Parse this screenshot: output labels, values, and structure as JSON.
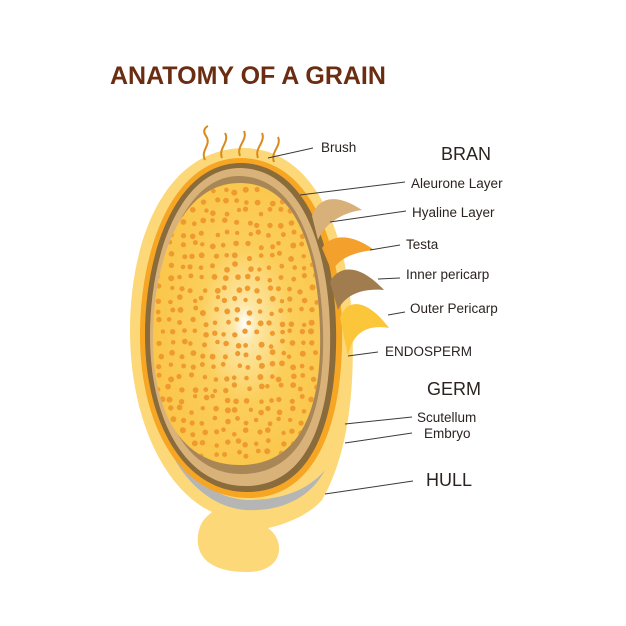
{
  "title": "ANATOMY OF A GRAIN",
  "labels": {
    "brush": "Brush",
    "bran": "BRAN",
    "aleurone": "Aleurone Layer",
    "hyaline": "Hyaline Layer",
    "testa": "Testa",
    "inner_pericarp": "Inner pericarp",
    "outer_pericarp": "Outer Pericarp",
    "endosperm": "ENDOSPERM",
    "germ": "GERM",
    "scutellum": "Scutellum",
    "embryo": "Embryo",
    "hull": "HULL"
  },
  "colors": {
    "title": "#6b2d12",
    "hull": "#fcd879",
    "outer_pericarp": "#fbc63a",
    "inner_pericarp": "#a17c4f",
    "testa": "#f3a02c",
    "hyaline": "#d8b07a",
    "aleurone": "#8a6b3b",
    "endosperm": "#fbc94a",
    "dots": "#ef9a2e",
    "germ_gray": "#b0b0b0"
  }
}
